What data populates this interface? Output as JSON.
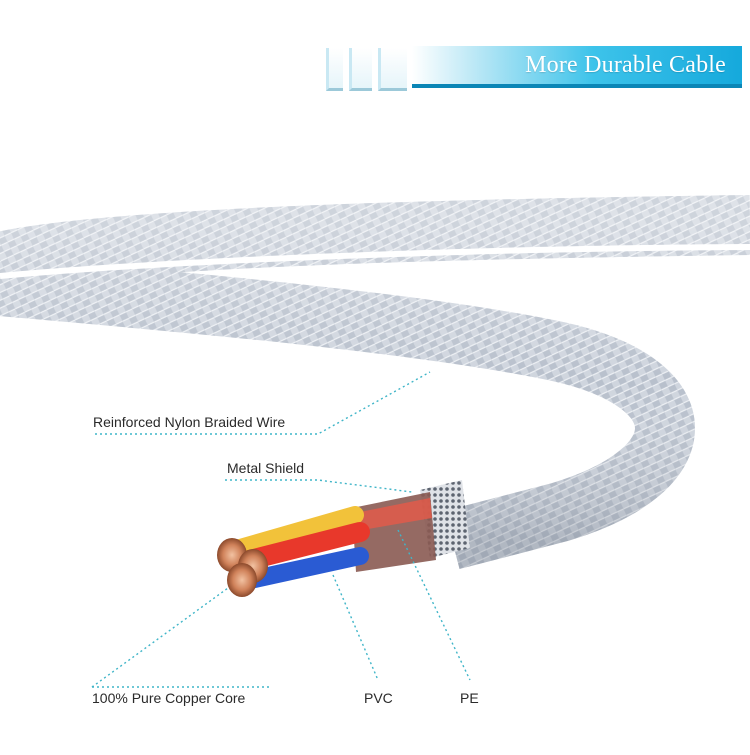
{
  "banner": {
    "title": "More Durable Cable"
  },
  "labels": {
    "braid": "Reinforced Nylon Braided Wire",
    "shield": "Metal Shield",
    "core": "100% Pure Copper Core",
    "pvc": "PVC",
    "pe": "PE"
  },
  "colors": {
    "banner_start": "#bfe9f6",
    "banner_end": "#15a9dc",
    "leader_line": "#3fb5c8",
    "braid": "#c9cfd8",
    "copper": "#d0825a"
  },
  "wires": [
    {
      "name": "red-wire",
      "color": "#e8382b"
    },
    {
      "name": "yellow-wire",
      "color": "#f2c23a"
    },
    {
      "name": "blue-wire",
      "color": "#2a5bd3"
    }
  ]
}
